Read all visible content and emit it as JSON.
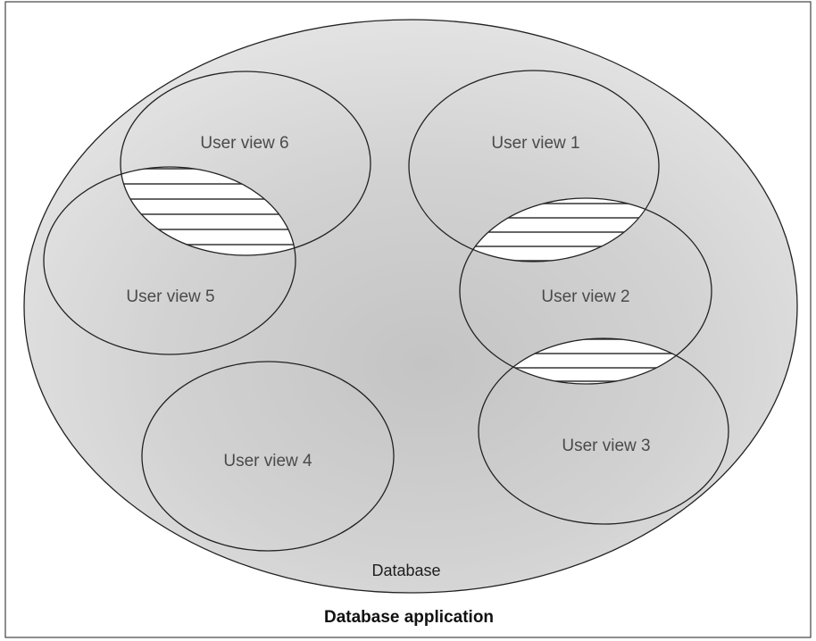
{
  "diagram": {
    "database_label": "Database",
    "application_label": "Database application",
    "user_views": [
      "User view 1",
      "User view 2",
      "User view 3",
      "User view 4",
      "User view 5",
      "User view 6"
    ],
    "overlaps": [
      [
        "User view 5",
        "User view 6"
      ],
      [
        "User view 1",
        "User view 2"
      ],
      [
        "User view 2",
        "User view 3"
      ]
    ],
    "overlap_fill": "hatched",
    "colors": {
      "outline": "#222222",
      "database_fill": "#d6d6d6",
      "page_background": "#ffffff"
    }
  }
}
